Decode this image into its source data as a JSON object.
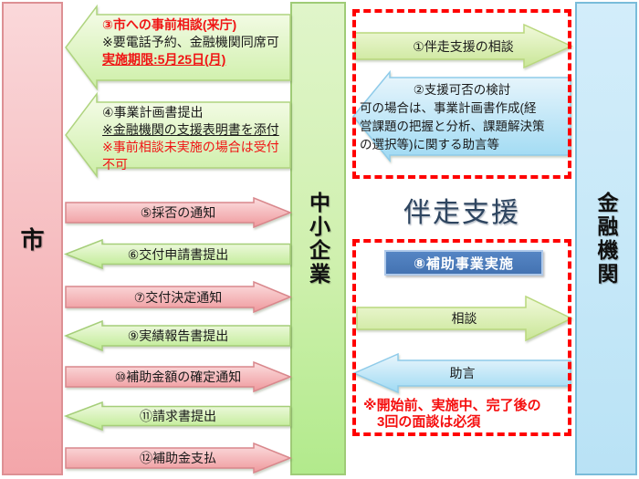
{
  "columns": {
    "city": {
      "label": "市"
    },
    "sme": {
      "label": "中小企業"
    },
    "bank": {
      "label": "金融機関"
    }
  },
  "left_flow": {
    "arrow3": {
      "line1": "③市への事前相談(来庁)",
      "line2": "※要電話予約、金融機関同席可",
      "line3": "実施期限:5月25日(月)"
    },
    "arrow4": {
      "line1": "④事業計画書提出",
      "line2": "※金融機関の支援表明書を添付",
      "line3": "※事前相談未実施の場合は受付\n不可"
    },
    "arrow5": {
      "label": "⑤採否の通知"
    },
    "arrow6": {
      "label": "⑥交付申請書提出"
    },
    "arrow7": {
      "label": "⑦交付決定通知"
    },
    "arrow9": {
      "label": "⑨実績報告書提出"
    },
    "arrow10": {
      "label": "⑩補助金額の確定通知"
    },
    "arrow11": {
      "label": "⑪請求書提出"
    },
    "arrow12": {
      "label": "⑫補助金支払"
    }
  },
  "right_flow": {
    "title": "伴走支援",
    "arrow1": {
      "label": "①伴走支援の相談"
    },
    "arrow2": {
      "title": "②支援可否の検討",
      "body": "可の場合は、事業計画書作成(経\n営課題の把握と分析、課題解決策\nの選択等)に関する助言等"
    },
    "box8": {
      "label": "⑧補助事業実施"
    },
    "consult_arrow": {
      "label": "相談"
    },
    "advice_arrow": {
      "label": "助言"
    },
    "note": "※開始前、実施中、完了後の\n　3回の面談は必須"
  },
  "colors": {
    "accent_red": "#FF0000",
    "title_navy": "#2E4560",
    "box8_blue": "#4473B2",
    "city_pink": "#F6BCBF",
    "sme_green": "#CFF0AE",
    "bank_blue": "#C6E8F8"
  }
}
